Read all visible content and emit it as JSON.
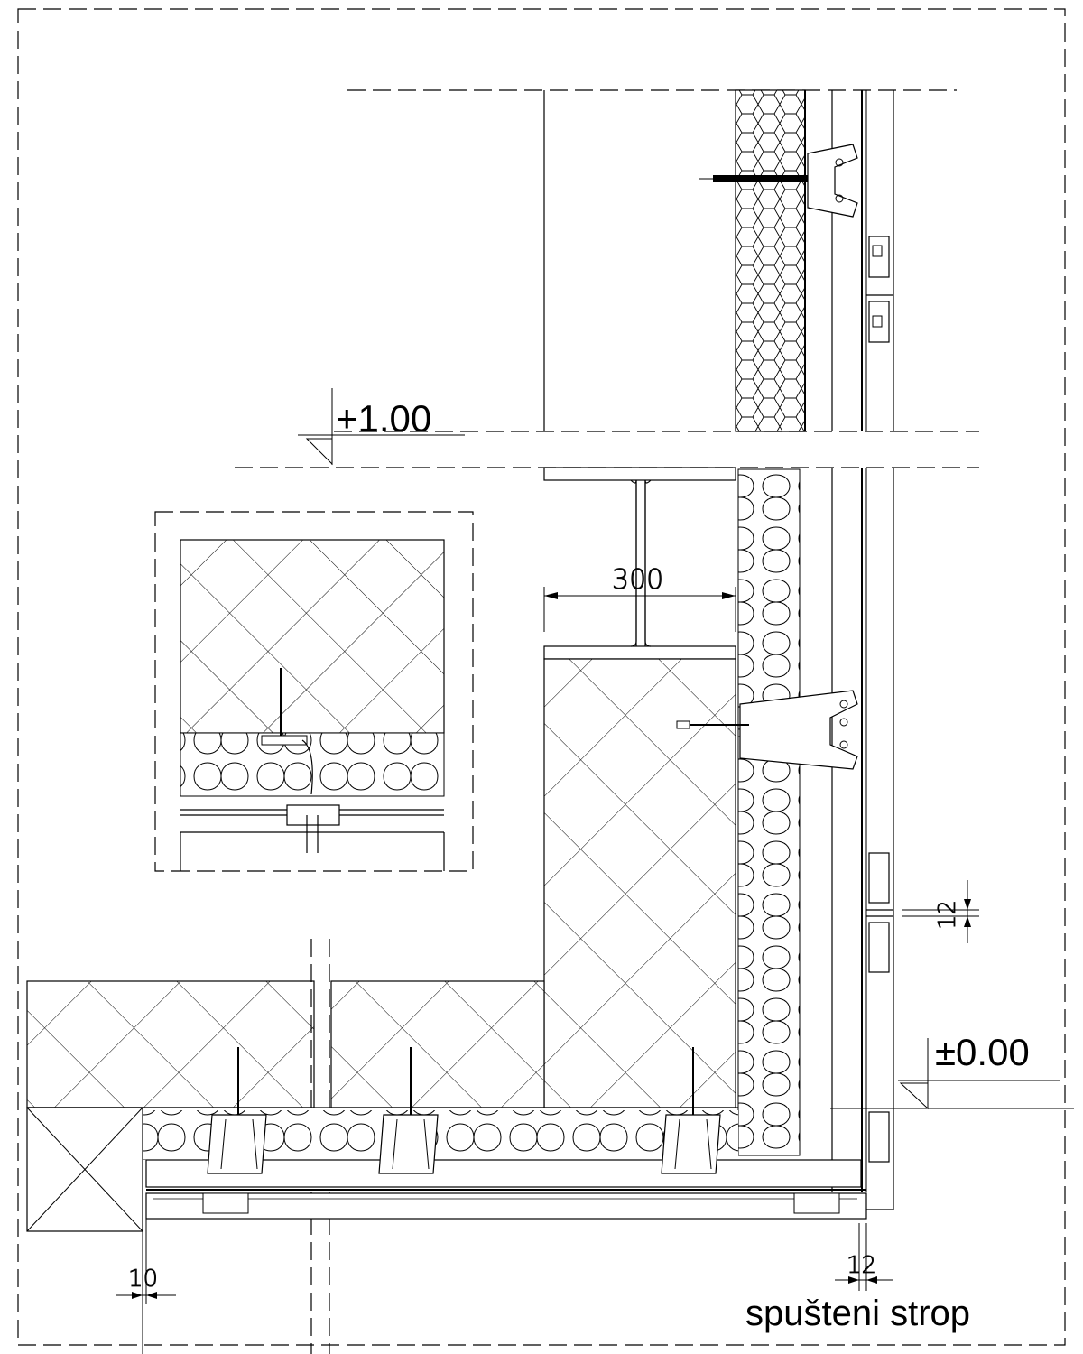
{
  "title": "spušteni strop",
  "levels": {
    "upper": "+1.00",
    "lower": "±0.00"
  },
  "dimensions": {
    "beam_width": "300",
    "joint_vertical": "12",
    "joint_bottom": "12",
    "edge_offset": "10"
  },
  "colors": {
    "line": "#000000",
    "background": "#ffffff"
  }
}
